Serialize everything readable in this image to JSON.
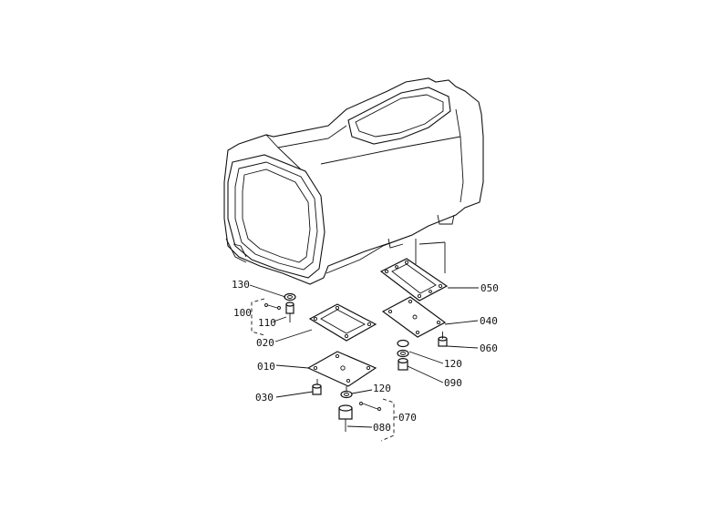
{
  "callouts": {
    "p010": "010",
    "p020": "020",
    "p030": "030",
    "p040": "040",
    "p050": "050",
    "p060": "060",
    "p070": "070",
    "p080": "080",
    "p090": "090",
    "p100": "100",
    "p110": "110",
    "p120a": "120",
    "p120b": "120",
    "p130": "130"
  }
}
